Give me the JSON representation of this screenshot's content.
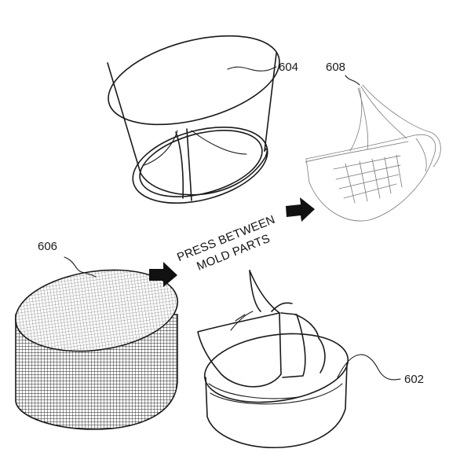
{
  "labels": {
    "ring_mold": "604",
    "leaflet": "608",
    "fabric_cylinder": "606",
    "inner_mold": "602"
  },
  "caption": {
    "line1": "PRESS BETWEEN",
    "line2": "MOLD PARTS"
  },
  "colors": {
    "ink": "#1a1a1a",
    "background": "#ffffff"
  },
  "icons": [
    "arrow-right-icon",
    "arrow-right-icon"
  ]
}
